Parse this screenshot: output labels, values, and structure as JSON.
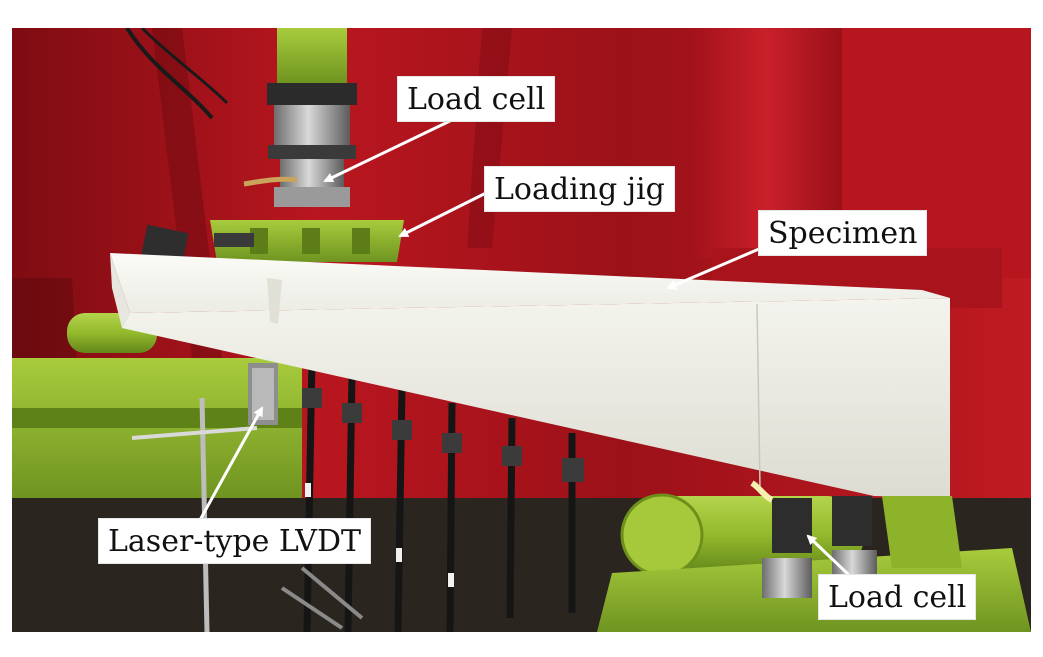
{
  "labels": {
    "load_cell_top": "Load cell",
    "loading_jig": "Loading jig",
    "specimen": "Specimen",
    "laser_lvdt": "Laser-type LVDT",
    "load_cell_bottom": "Load cell"
  },
  "colors": {
    "curtain_red": "#b3121b",
    "equipment_green": "#8fb82a",
    "specimen_white": "#f2f2ec",
    "floor_dark": "#2a2520"
  }
}
